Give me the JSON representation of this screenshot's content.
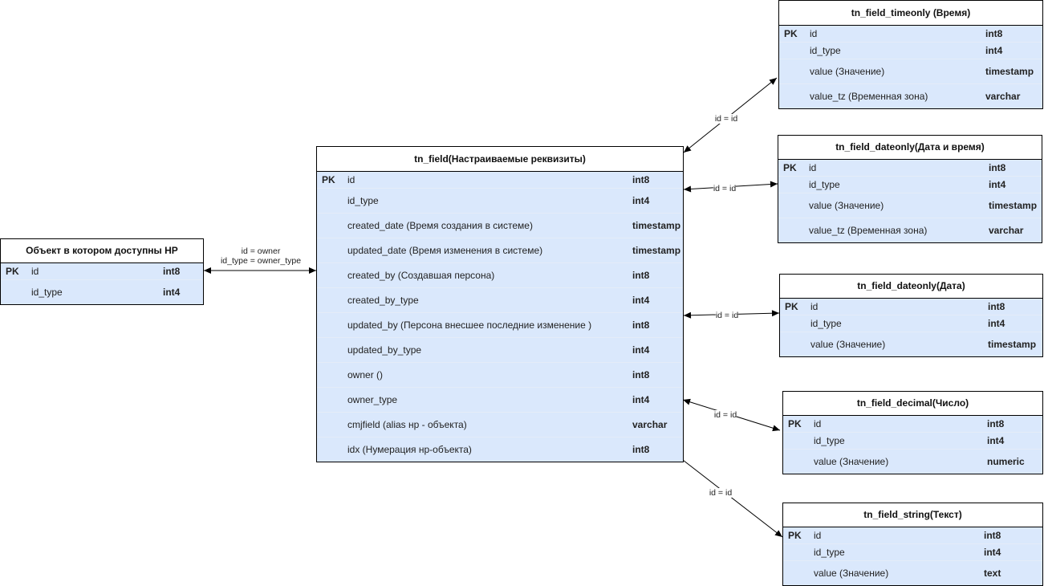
{
  "tables": [
    {
      "key": "object",
      "title": "Объект в котором доступны НР",
      "rows": [
        {
          "pk": "PK",
          "name": "id",
          "type": "int8"
        },
        {
          "pk": "",
          "name": "id_type",
          "type": "int4"
        }
      ]
    },
    {
      "key": "field",
      "title": "tn_field(Настраиваемые реквизиты)",
      "rows": [
        {
          "pk": "PK",
          "name": "id",
          "type": "int8"
        },
        {
          "pk": "",
          "name": "id_type",
          "type": "int4"
        },
        {
          "pk": "",
          "name": "created_date (Время создания в системе)",
          "type": "timestamp"
        },
        {
          "pk": "",
          "name": "updated_date (Время изменения в системе)",
          "type": "timestamp"
        },
        {
          "pk": "",
          "name": "created_by (Создавшая персона)",
          "type": "int8"
        },
        {
          "pk": "",
          "name": "created_by_type",
          "type": "int4"
        },
        {
          "pk": "",
          "name": "updated_by (Персона внесшее последние изменение )",
          "type": "int8"
        },
        {
          "pk": "",
          "name": "updated_by_type",
          "type": "int4"
        },
        {
          "pk": "",
          "name": "owner ()",
          "type": "int8"
        },
        {
          "pk": "",
          "name": "owner_type",
          "type": "int4"
        },
        {
          "pk": "",
          "name": "cmjfield (alias нр - объекта)",
          "type": "varchar"
        },
        {
          "pk": "",
          "name": "idx (Нумерация нр-объекта)",
          "type": "int8"
        }
      ]
    },
    {
      "key": "timeonly",
      "title": "tn_field_timeonly (Время)",
      "rows": [
        {
          "pk": "PK",
          "name": "id",
          "type": "int8"
        },
        {
          "pk": "",
          "name": "id_type",
          "type": "int4"
        },
        {
          "pk": "",
          "name": "value (Значение)",
          "type": "timestamp"
        },
        {
          "pk": "",
          "name": "value_tz (Временная зона)",
          "type": "varchar"
        }
      ]
    },
    {
      "key": "datetime",
      "title": "tn_field_dateonly(Дата и время)",
      "rows": [
        {
          "pk": "PK",
          "name": "id",
          "type": "int8"
        },
        {
          "pk": "",
          "name": "id_type",
          "type": "int4"
        },
        {
          "pk": "",
          "name": "value (Значение)",
          "type": "timestamp"
        },
        {
          "pk": "",
          "name": "value_tz (Временная зона)",
          "type": "varchar"
        }
      ]
    },
    {
      "key": "date",
      "title": "tn_field_dateonly(Дата)",
      "rows": [
        {
          "pk": "PK",
          "name": "id",
          "type": "int8"
        },
        {
          "pk": "",
          "name": "id_type",
          "type": "int4"
        },
        {
          "pk": "",
          "name": "value (Значение)",
          "type": "timestamp"
        }
      ]
    },
    {
      "key": "decimal",
      "title": "tn_field_decimal(Число)",
      "rows": [
        {
          "pk": "PK",
          "name": "id",
          "type": "int8"
        },
        {
          "pk": "",
          "name": "id_type",
          "type": "int4"
        },
        {
          "pk": "",
          "name": "value (Значение)",
          "type": "numeric"
        }
      ]
    },
    {
      "key": "string",
      "title": "tn_field_string(Текст)",
      "rows": [
        {
          "pk": "PK",
          "name": "id",
          "type": "int8"
        },
        {
          "pk": "",
          "name": "id_type",
          "type": "int4"
        },
        {
          "pk": "",
          "name": "value (Значение)",
          "type": "text"
        }
      ]
    }
  ],
  "relations": [
    {
      "key": "object",
      "label": "id = owner\nid_type = owner_type"
    },
    {
      "key": "timeonly",
      "label": "id = id"
    },
    {
      "key": "datetime",
      "label": "id = id"
    },
    {
      "key": "date",
      "label": "id = id"
    },
    {
      "key": "decimal",
      "label": "id = id"
    },
    {
      "key": "string",
      "label": "id = id"
    }
  ]
}
